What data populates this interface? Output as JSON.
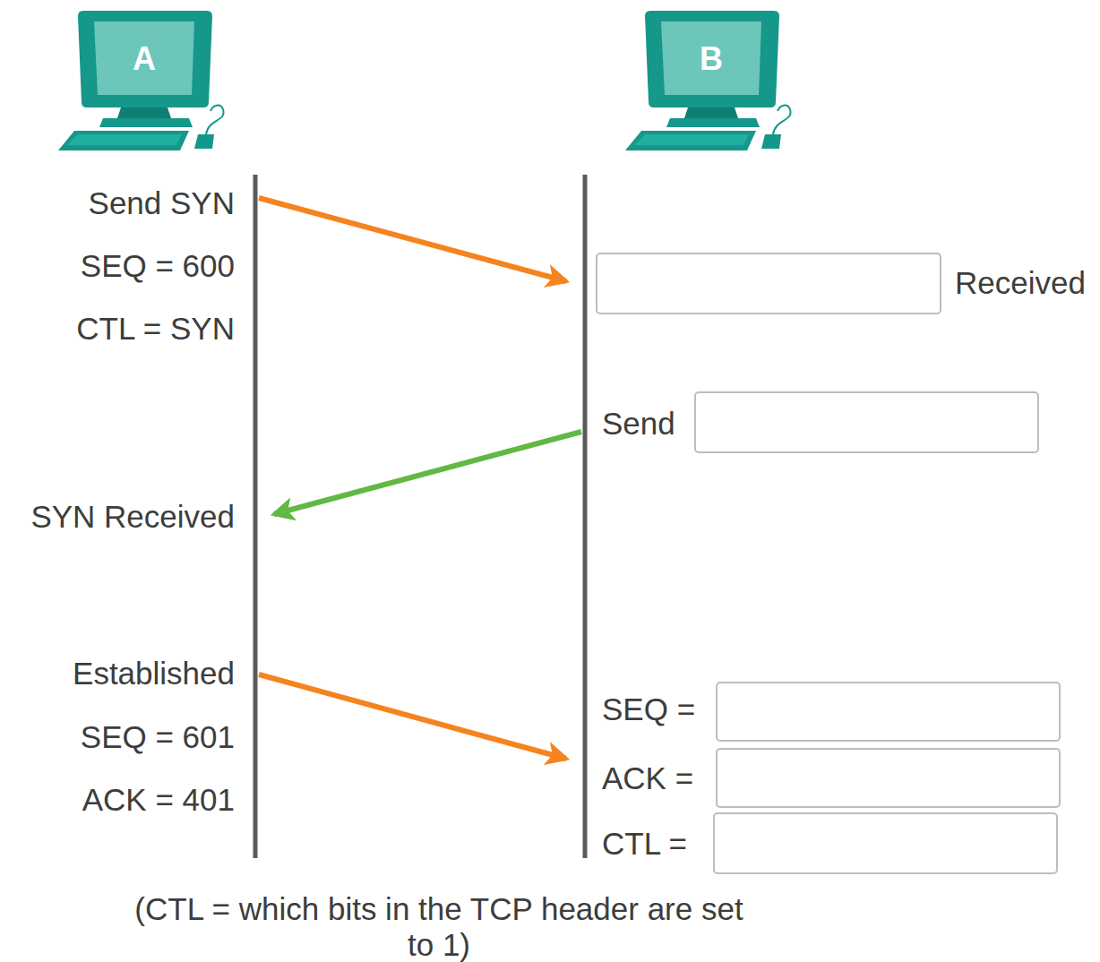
{
  "diagram": {
    "caption": "(CTL = which bits in the TCP header are set to 1)",
    "nodes": [
      {
        "text": [
          "A"
        ]
      },
      {
        "text": [
          "B"
        ]
      }
    ],
    "labels": [
      "Send SYN",
      "SEQ = 600",
      "CTL = SYN",
      "Received",
      "Send",
      "SYN Received",
      "Established",
      "SEQ = 601",
      "ACK = 401",
      "SEQ =",
      "ACK =",
      "CTL ="
    ]
  }
}
